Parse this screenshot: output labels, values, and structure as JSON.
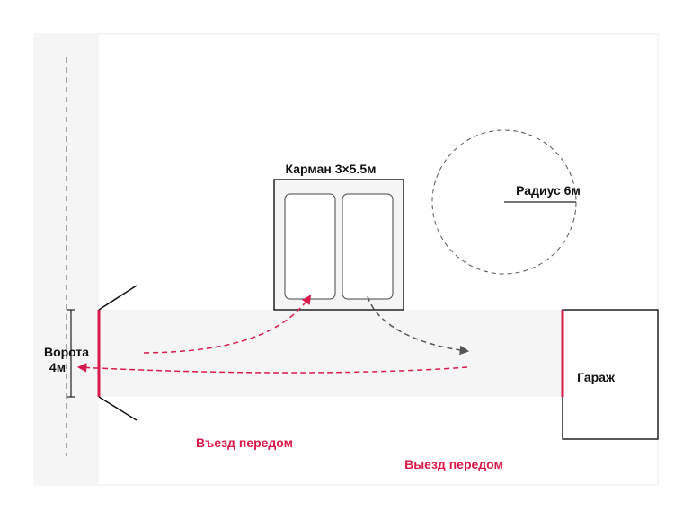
{
  "labels": {
    "pocket": "Карман 3×5.5м",
    "radius": "Радиус 6м",
    "gate_line1": "Ворота",
    "gate_line2": "4м",
    "garage": "Гараж",
    "entry": "Въезд передом",
    "exit": "Выезд передом"
  },
  "colors": {
    "accent": "#d81b4a",
    "line": "#222222",
    "road": "#f5f5f5",
    "dashed_gray": "#555555"
  }
}
